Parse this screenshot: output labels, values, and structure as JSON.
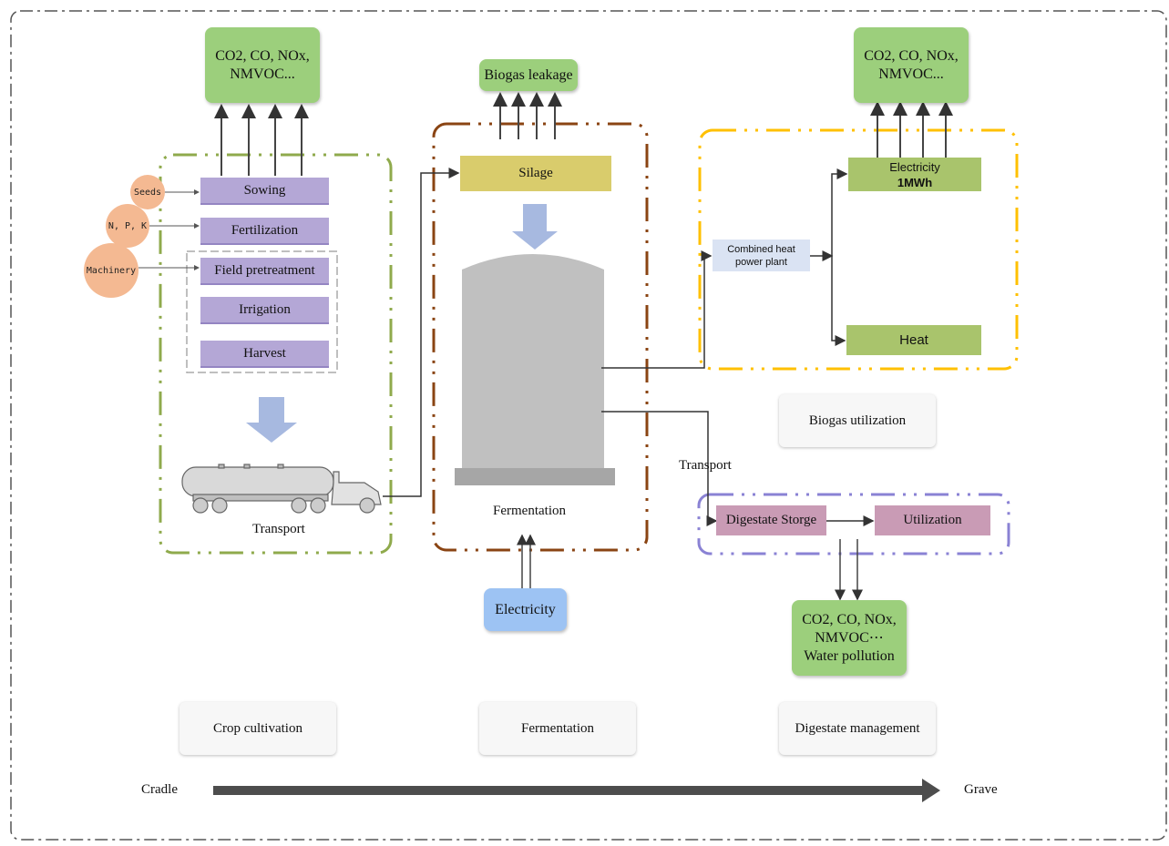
{
  "emissions": {
    "crop": "CO2, CO, NOx,\nNMVOC...",
    "biogas_leak": "Biogas leakage",
    "chp": "CO2, CO, NOx,\nNMVOC...",
    "digestate": "CO2, CO, NOx,\nNMVOC⋯\nWater pollution"
  },
  "crop": {
    "inputs": [
      "Seeds",
      "N, P, K",
      "Machinery"
    ],
    "steps": [
      "Sowing",
      "Fertilization",
      "Field pretreatment",
      "Irrigation",
      "Harvest"
    ],
    "transport": "Transport"
  },
  "fermentation": {
    "silage": "Silage",
    "label": "Fermentation",
    "electricity": "Electricity"
  },
  "biogas": {
    "chp": "Combined heat\npower plant",
    "electricity": "Electricity",
    "electricity_amount": "1MWh",
    "heat": "Heat"
  },
  "digestate": {
    "transport": "Transport",
    "storage": "Digestate Storge",
    "utilization": "Utilization"
  },
  "stages": [
    "Crop cultivation",
    "Fermentation",
    "Biogas utilization",
    "Digestate management"
  ],
  "timeline": {
    "start": "Cradle",
    "end": "Grave"
  },
  "colors": {
    "emission_green": "#9ccf7c",
    "step_purple": "#b4a7d6",
    "input_orange": "#f4b992",
    "silage_yellow": "#d9cc6c",
    "tank_gray": "#c0c0c0",
    "elec_blue": "#9dc3f3",
    "chp_blue": "#dae3f3",
    "output_green": "#a9c46c",
    "digestate_pink": "#c99bb5",
    "border_olive": "#8faa4c",
    "border_brown": "#8a4413",
    "border_gold": "#ffc000",
    "border_violet": "#8a82d4"
  }
}
